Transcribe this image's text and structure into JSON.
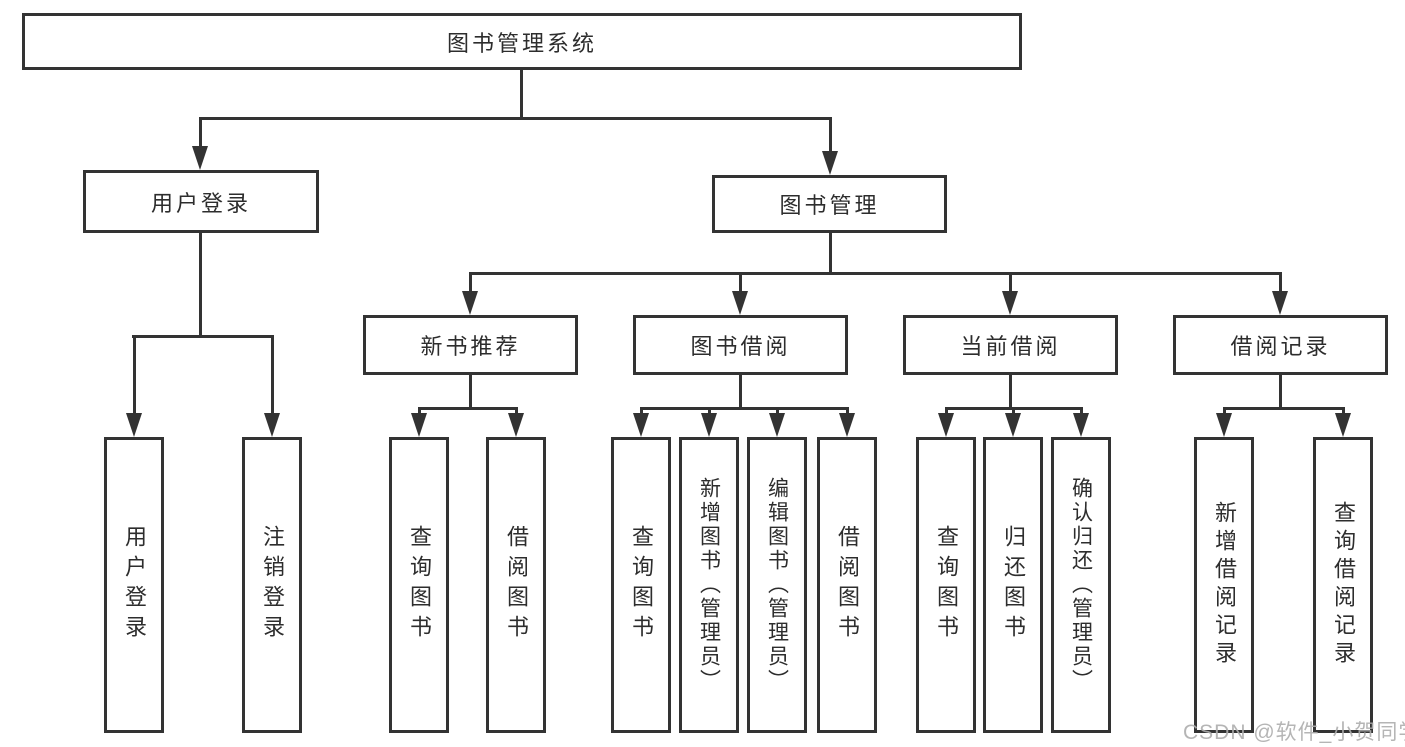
{
  "diagram_title": "图书管理系统",
  "tree": {
    "label": "图书管理系统",
    "children": [
      {
        "label": "用户登录",
        "children": [
          {
            "label": "用户登录"
          },
          {
            "label": "注销登录"
          }
        ]
      },
      {
        "label": "图书管理",
        "children": [
          {
            "label": "新书推荐",
            "children": [
              {
                "label": "查询图书"
              },
              {
                "label": "借阅图书"
              }
            ]
          },
          {
            "label": "图书借阅",
            "children": [
              {
                "label": "查询图书"
              },
              {
                "label": "新增图书（管理员）"
              },
              {
                "label": "编辑图书（管理员）"
              },
              {
                "label": "借阅图书"
              }
            ]
          },
          {
            "label": "当前借阅",
            "children": [
              {
                "label": "查询图书"
              },
              {
                "label": "归还图书"
              },
              {
                "label": "确认归还（管理员）"
              }
            ]
          },
          {
            "label": "借阅记录",
            "children": [
              {
                "label": "新增借阅记录"
              },
              {
                "label": "查询借阅记录"
              }
            ]
          }
        ]
      }
    ]
  },
  "watermark": {
    "text": "CSDN @软件_小贺同学"
  },
  "colors": {
    "background": "#ffffff",
    "line": "#333333",
    "text": "#2d2d2d",
    "watermark": "#adadad"
  }
}
